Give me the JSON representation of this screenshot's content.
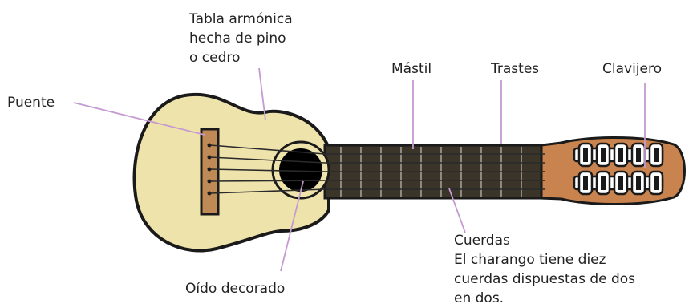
{
  "labels": {
    "tabla": [
      "Tabla armónica",
      "hecha de pino",
      "o cedro"
    ],
    "mastil": "Mástil",
    "trastes": "Trastes",
    "clavijero": "Clavijero",
    "puente": "Puente",
    "cuerdas": [
      "Cuerdas",
      "El charango tiene diez",
      "cuerdas dispuestas de dos",
      "en dos."
    ],
    "oido": "Oído decorado"
  },
  "colors": {
    "body": "#efe3ac",
    "outline": "#1a1a1a",
    "fretboard": "#3b3429",
    "fret": "#8f8a80",
    "bridge": "#c08a56",
    "headstock": "#c9834e",
    "sound_hole": "#000000",
    "leader_line": "#c49ad0"
  }
}
